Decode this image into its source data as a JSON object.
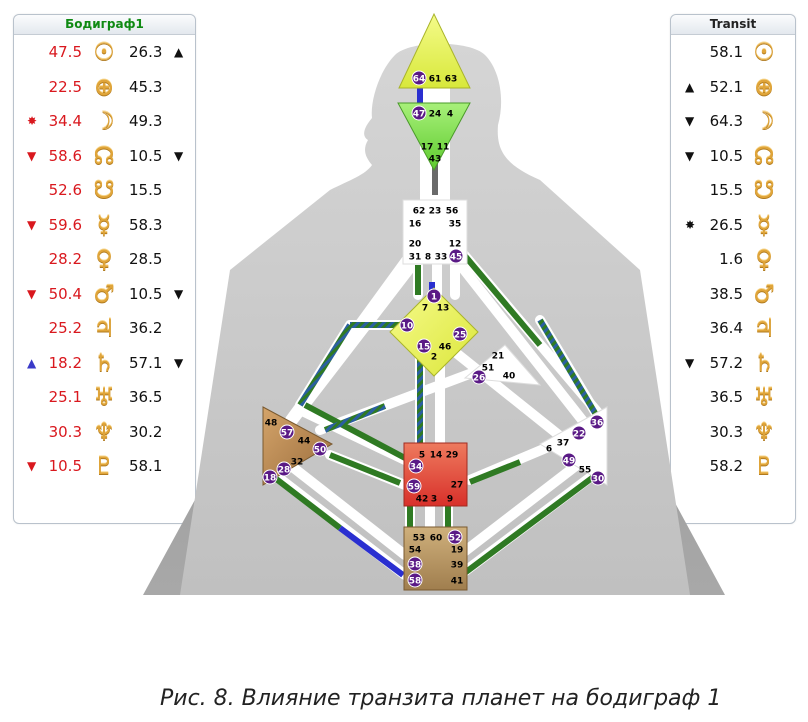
{
  "left_panel": {
    "title": "Бодиграф1",
    "rows": [
      {
        "marker_l": "",
        "design": "47.5",
        "glyph": "☉",
        "glyph_name": "sun-icon",
        "personality": "26.3",
        "marker_r": "▲"
      },
      {
        "marker_l": "",
        "design": "22.5",
        "glyph": "⊕",
        "glyph_name": "earth-icon",
        "personality": "45.3",
        "marker_r": ""
      },
      {
        "marker_l": "✸",
        "design": "34.4",
        "glyph": "☽",
        "glyph_name": "moon-icon",
        "personality": "49.3",
        "marker_r": ""
      },
      {
        "marker_l": "▼",
        "design": "58.6",
        "glyph": "☊",
        "glyph_name": "north-node-icon",
        "personality": "10.5",
        "marker_r": "▼"
      },
      {
        "marker_l": "",
        "design": "52.6",
        "glyph": "☋",
        "glyph_name": "south-node-icon",
        "personality": "15.5",
        "marker_r": ""
      },
      {
        "marker_l": "▼",
        "design": "59.6",
        "glyph": "☿",
        "glyph_name": "mercury-icon",
        "personality": "58.3",
        "marker_r": ""
      },
      {
        "marker_l": "",
        "design": "28.2",
        "glyph": "♀",
        "glyph_name": "venus-icon",
        "personality": "28.5",
        "marker_r": ""
      },
      {
        "marker_l": "▼",
        "design": "50.4",
        "glyph": "♂",
        "glyph_name": "mars-icon",
        "personality": "10.5",
        "marker_r": "▼"
      },
      {
        "marker_l": "",
        "design": "25.2",
        "glyph": "♃",
        "glyph_name": "jupiter-icon",
        "personality": "36.2",
        "marker_r": ""
      },
      {
        "marker_l": "▲",
        "design": "18.2",
        "glyph": "♄",
        "glyph_name": "saturn-icon",
        "personality": "57.1",
        "marker_r": "▼"
      },
      {
        "marker_l": "",
        "design": "25.1",
        "glyph": "♅",
        "glyph_name": "uranus-icon",
        "personality": "36.5",
        "marker_r": ""
      },
      {
        "marker_l": "",
        "design": "30.3",
        "glyph": "♆",
        "glyph_name": "neptune-icon",
        "personality": "30.2",
        "marker_r": ""
      },
      {
        "marker_l": "▼",
        "design": "10.5",
        "glyph": "♇",
        "glyph_name": "pluto-icon",
        "personality": "58.1",
        "marker_r": ""
      }
    ]
  },
  "right_panel": {
    "title": "Transit",
    "rows": [
      {
        "marker": "",
        "value": "58.1",
        "glyph": "☉"
      },
      {
        "marker": "▲",
        "value": "52.1",
        "glyph": "⊕"
      },
      {
        "marker": "▼",
        "value": "64.3",
        "glyph": "☽"
      },
      {
        "marker": "▼",
        "value": "10.5",
        "glyph": "☊"
      },
      {
        "marker": "",
        "value": "15.5",
        "glyph": "☋"
      },
      {
        "marker": "✸",
        "value": "26.5",
        "glyph": "☿"
      },
      {
        "marker": "",
        "value": "1.6",
        "glyph": "♀"
      },
      {
        "marker": "",
        "value": "38.5",
        "glyph": "♂"
      },
      {
        "marker": "",
        "value": "36.4",
        "glyph": "♃"
      },
      {
        "marker": "▼",
        "value": "57.2",
        "glyph": "♄"
      },
      {
        "marker": "",
        "value": "36.5",
        "glyph": "♅"
      },
      {
        "marker": "",
        "value": "30.3",
        "glyph": "♆"
      },
      {
        "marker": "",
        "value": "58.2",
        "glyph": "♇"
      }
    ]
  },
  "bodygraph": {
    "head_gates": [
      "64",
      "61",
      "63"
    ],
    "ajna_gates": [
      "47",
      "24",
      "4",
      "17",
      "11",
      "43"
    ],
    "throat_gates": [
      "62",
      "23",
      "56",
      "16",
      "35",
      "20",
      "12",
      "31",
      "8",
      "33",
      "45"
    ],
    "g_gates": [
      "1",
      "7",
      "13",
      "10",
      "25",
      "15",
      "46",
      "2"
    ],
    "ego_gates": [
      "21",
      "51",
      "26",
      "40"
    ],
    "spleen_gates": [
      "48",
      "57",
      "44",
      "50",
      "32",
      "28",
      "18"
    ],
    "sacral_gates": [
      "5",
      "14",
      "29",
      "34",
      "27",
      "59",
      "42",
      "3",
      "9"
    ],
    "solar_gates": [
      "36",
      "22",
      "6",
      "37",
      "49",
      "55",
      "30"
    ],
    "root_gates": [
      "53",
      "60",
      "52",
      "54",
      "19",
      "38",
      "39",
      "58",
      "41"
    ]
  },
  "colors": {
    "red_text": "#d9181e",
    "head": "#e8f35a",
    "ajna": "#7fe04a",
    "g_center": "#eef45a",
    "sacral": "#e2473a",
    "spleen": "#b98a55",
    "root": "#b49465",
    "channel_green": "#2f7a23",
    "channel_blue": "#2a2fd0",
    "gate_circle": "#5a1a86"
  },
  "caption": "Рис. 8. Влияние транзита планет на бодиграф 1"
}
